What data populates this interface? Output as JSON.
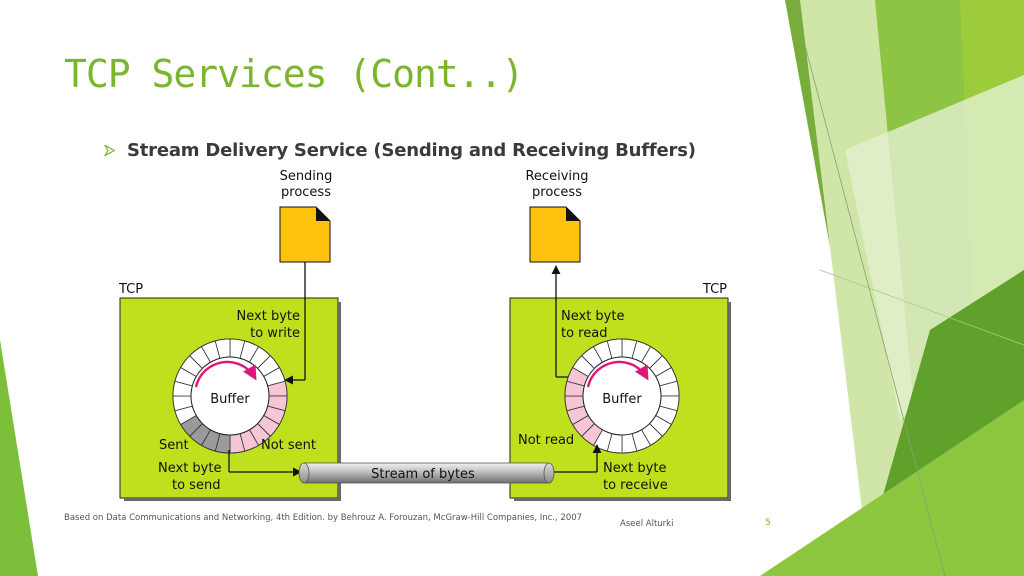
{
  "slide": {
    "title": "TCP Services (Cont..)",
    "bullet": "Stream Delivery Service (Sending and Receiving Buffers)",
    "accent_color": "#7ab52c",
    "bullet_icon": "arrowhead-bullet-icon"
  },
  "diagram": {
    "sender": {
      "process_label_1": "Sending",
      "process_label_2": "process",
      "tcp_label": "TCP",
      "pointer_label_1": "Next byte",
      "pointer_label_2": "to write",
      "buffer_label": "Buffer",
      "sent_label": "Sent",
      "not_sent_label": "Not sent",
      "send_label_1": "Next byte",
      "send_label_2": "to send"
    },
    "receiver": {
      "process_label_1": "Receiving",
      "process_label_2": "process",
      "tcp_label": "TCP",
      "pointer_label_1": "Next byte",
      "pointer_label_2": "to read",
      "buffer_label": "Buffer",
      "not_read_label": "Not read",
      "receive_label_1": "Next byte",
      "receive_label_2": "to receive"
    },
    "stream_label": "Stream of bytes",
    "colors": {
      "tcp_box": "#bfe11d",
      "document": "#ffc20e",
      "pending_slot": "#f7c6d6",
      "sent_slot": "#9a9a9a",
      "arrow": "#e0157a"
    }
  },
  "footer": {
    "source": "Based on Data Communications and Networking, 4th Edition. by Behrouz A. Forouzan,   McGraw-Hill Companies, Inc., 2007",
    "author": "Aseel Alturki",
    "page": "5"
  }
}
